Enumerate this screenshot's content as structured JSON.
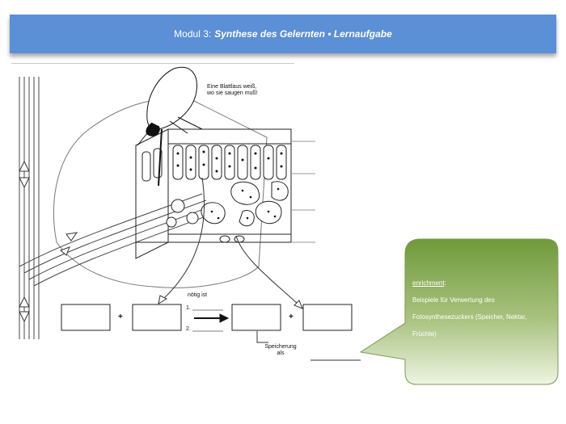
{
  "header": {
    "prefix": "Modul 3:",
    "title": "Synthese des Gelernten • Lernaufgabe"
  },
  "diagram": {
    "aphid_note_line1": "Eine Blattlaus weiß,",
    "aphid_note_line2": "wo sie saugen muß!",
    "label_noetig": "nötig ist",
    "label_step1": "1.",
    "label_step2": "2.",
    "label_speicherung_line1": "Speicherung",
    "label_speicherung_line2": "als",
    "plus_1": "+",
    "plus_2": "+"
  },
  "callout": {
    "title": "enrichment",
    "title_suffix": ":",
    "body": "Beispiele für Verwertung des Fotosynthesezuckers (Speicher, Nektar, Früchte)"
  },
  "colors": {
    "header_bg": "#5b8fd6",
    "callout_top": "#6f9a3a",
    "callout_bottom": "#eef4e2"
  }
}
